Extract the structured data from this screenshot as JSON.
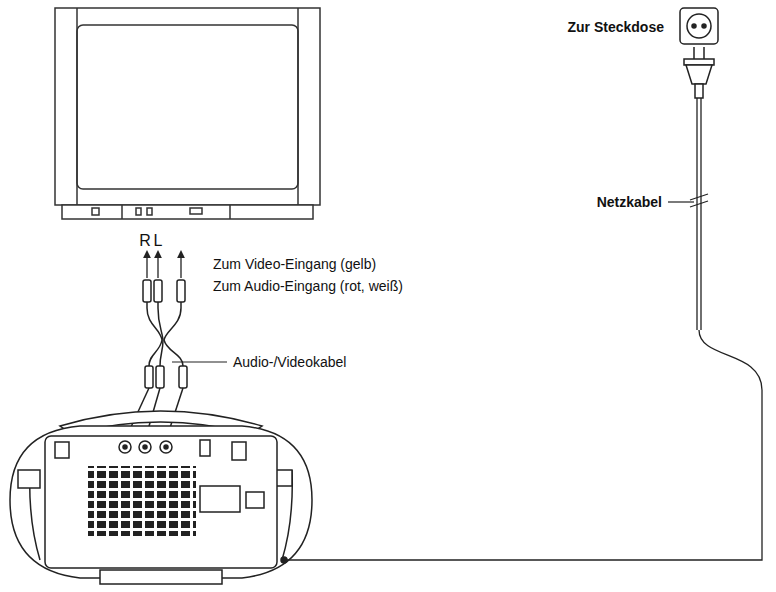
{
  "diagram": {
    "labels": [
      "R",
      "L",
      "Zum Video-Eingang (gelb)",
      "Zum Audio-Eingang (rot, weiß)",
      "Audio-/Videokabel",
      "Zur Steckdose",
      "Netzkabel"
    ]
  }
}
